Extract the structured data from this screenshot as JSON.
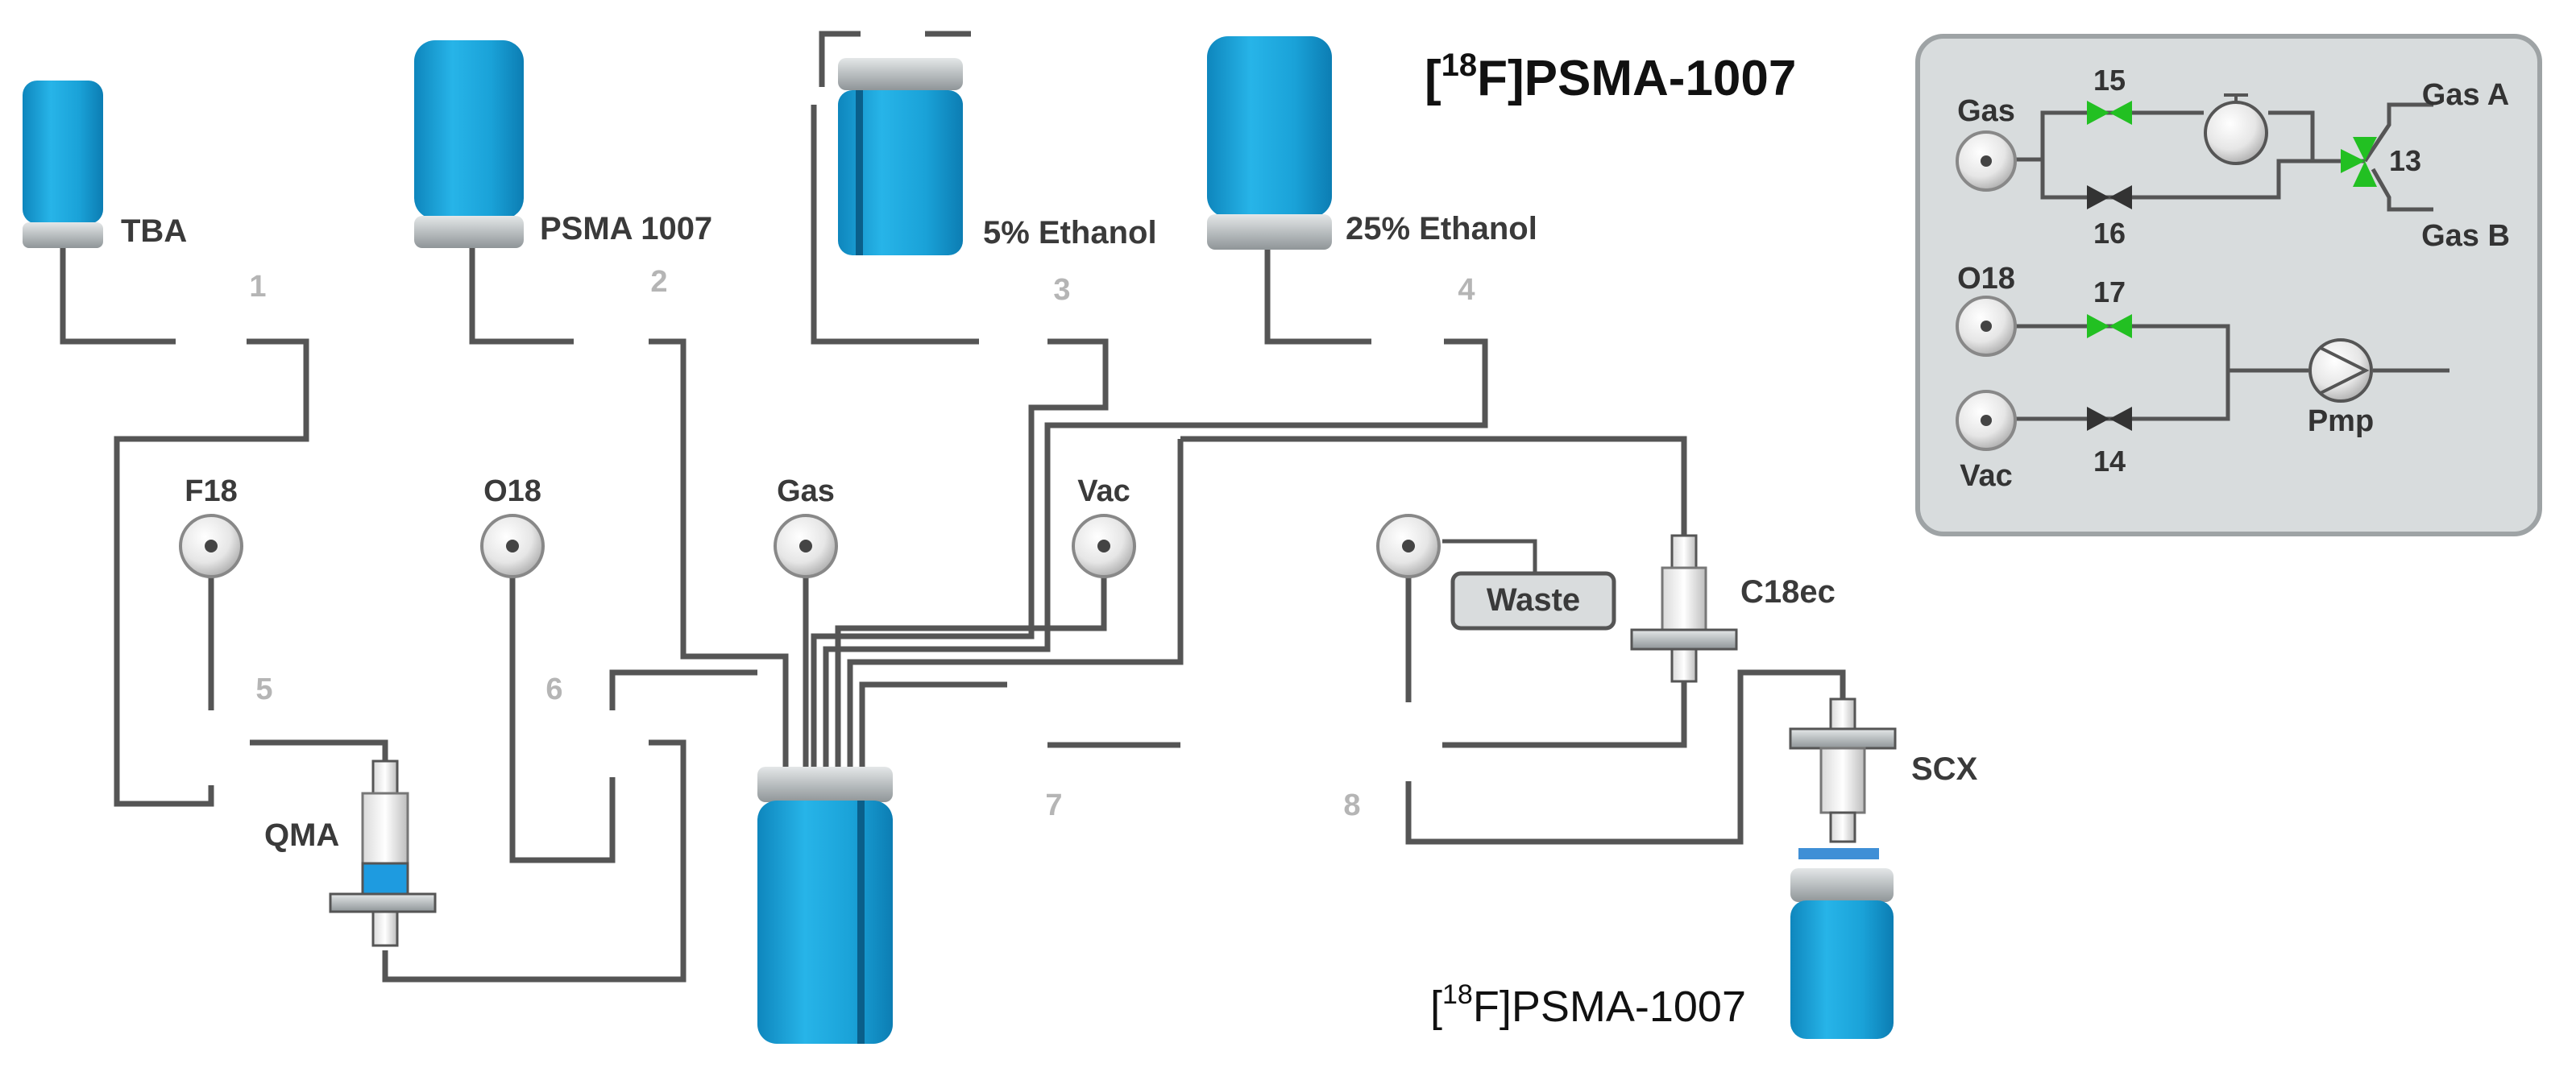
{
  "title": {
    "prefix": "[",
    "sup": "18",
    "rest": "F]PSMA-1007"
  },
  "product": {
    "prefix": "[",
    "sup": "18",
    "rest": "F]PSMA-1007"
  },
  "reagents": {
    "tba": "TBA",
    "psma": "PSMA 1007",
    "eth5": "5% Ethanol",
    "eth25": "25% Ethanol"
  },
  "ports": {
    "f18": "F18",
    "o18": "O18",
    "gas": "Gas",
    "vac": "Vac"
  },
  "valves": [
    "1",
    "2",
    "3",
    "4",
    "5",
    "6",
    "7",
    "8"
  ],
  "cartridges": {
    "qma": "QMA",
    "c18": "C18ec",
    "scx": "SCX"
  },
  "waste": "Waste",
  "inset": {
    "gas": "Gas",
    "gas_a": "Gas A",
    "gas_b": "Gas B",
    "o18": "O18",
    "vac": "Vac",
    "pump": "Pmp",
    "v15": "15",
    "v16": "16",
    "v13": "13",
    "v17": "17",
    "v14": "14"
  },
  "colors": {
    "vial_blue": "#1ea6dc",
    "vial_dark": "#0b6f9f",
    "cap_grey": "#bfc4c6",
    "inset_bg": "#d8dcdd",
    "valve_green": "#22c022",
    "valve_dark": "#333333",
    "line": "#555555"
  }
}
